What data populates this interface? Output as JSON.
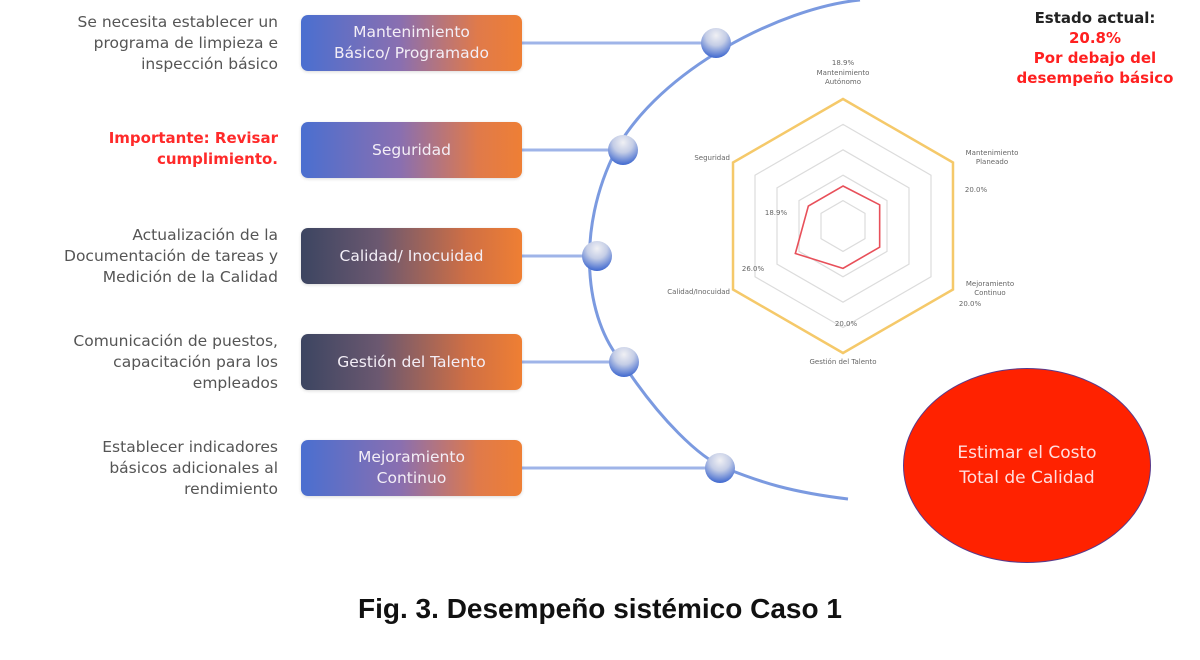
{
  "diagram": {
    "rows": [
      {
        "description": [
          "Se necesita establecer un",
          "programa de limpieza e",
          "inspección básico"
        ],
        "alert": false,
        "box_label": [
          "Mantenimiento",
          "Básico/ Programado"
        ],
        "box_style": "blue"
      },
      {
        "description": [
          "Importante: Revisar",
          "cumplimiento."
        ],
        "alert": true,
        "box_label": [
          "Seguridad"
        ],
        "box_style": "blue"
      },
      {
        "description": [
          "Actualización de la",
          "Documentación de tareas y",
          "Medición de la Calidad"
        ],
        "alert": false,
        "box_label": [
          "Calidad/ Inocuidad"
        ],
        "box_style": "dark"
      },
      {
        "description": [
          "Comunicación de puestos,",
          "capacitación para los",
          "empleados"
        ],
        "alert": false,
        "box_label": [
          "Gestión del Talento"
        ],
        "box_style": "dark"
      },
      {
        "description": [
          "Establecer indicadores",
          "básicos adicionales al",
          "rendimiento"
        ],
        "alert": false,
        "box_label": [
          "Mejoramiento",
          "Continuo"
        ],
        "box_style": "blue"
      }
    ],
    "status": {
      "label": "Estado actual:",
      "value": "20.8%",
      "note_line1": "Por debajo del",
      "note_line2": "desempeño básico"
    },
    "action_circle": {
      "line1": "Estimar el Costo",
      "line2": "Total de Calidad"
    },
    "caption": "Fig. 3. Desempeño sistémico Caso 1",
    "colors": {
      "arc": "#7b9ae0",
      "alert_text": "#ff2a2a",
      "action_circle": "#ff2200",
      "radar_outer": "#f5c96a",
      "radar_series": "#e8505a"
    }
  },
  "chart_data": {
    "type": "radar",
    "title": "",
    "axes": [
      {
        "label": [
          "Mantenimiento",
          "Autónomo"
        ],
        "value": 18.9,
        "value_label": "18.9%"
      },
      {
        "label": [
          "Mantenimiento",
          "Planeado"
        ],
        "value": 20.0,
        "value_label": "20.0%"
      },
      {
        "label": [
          "Mejoramiento",
          "Continuo"
        ],
        "value": 20.0,
        "value_label": "20.0%"
      },
      {
        "label": [
          "Gestión del Talento"
        ],
        "value": 20.0,
        "value_label": "20.0%"
      },
      {
        "label": [
          "Calidad/Inocuidad"
        ],
        "value": 26.0,
        "value_label": "26.0%"
      },
      {
        "label": [
          "Seguridad"
        ],
        "value": 18.9,
        "value_label": "18.9%"
      }
    ],
    "range": [
      0,
      60
    ],
    "grid_levels": 5,
    "grid": true,
    "legend": "none"
  }
}
